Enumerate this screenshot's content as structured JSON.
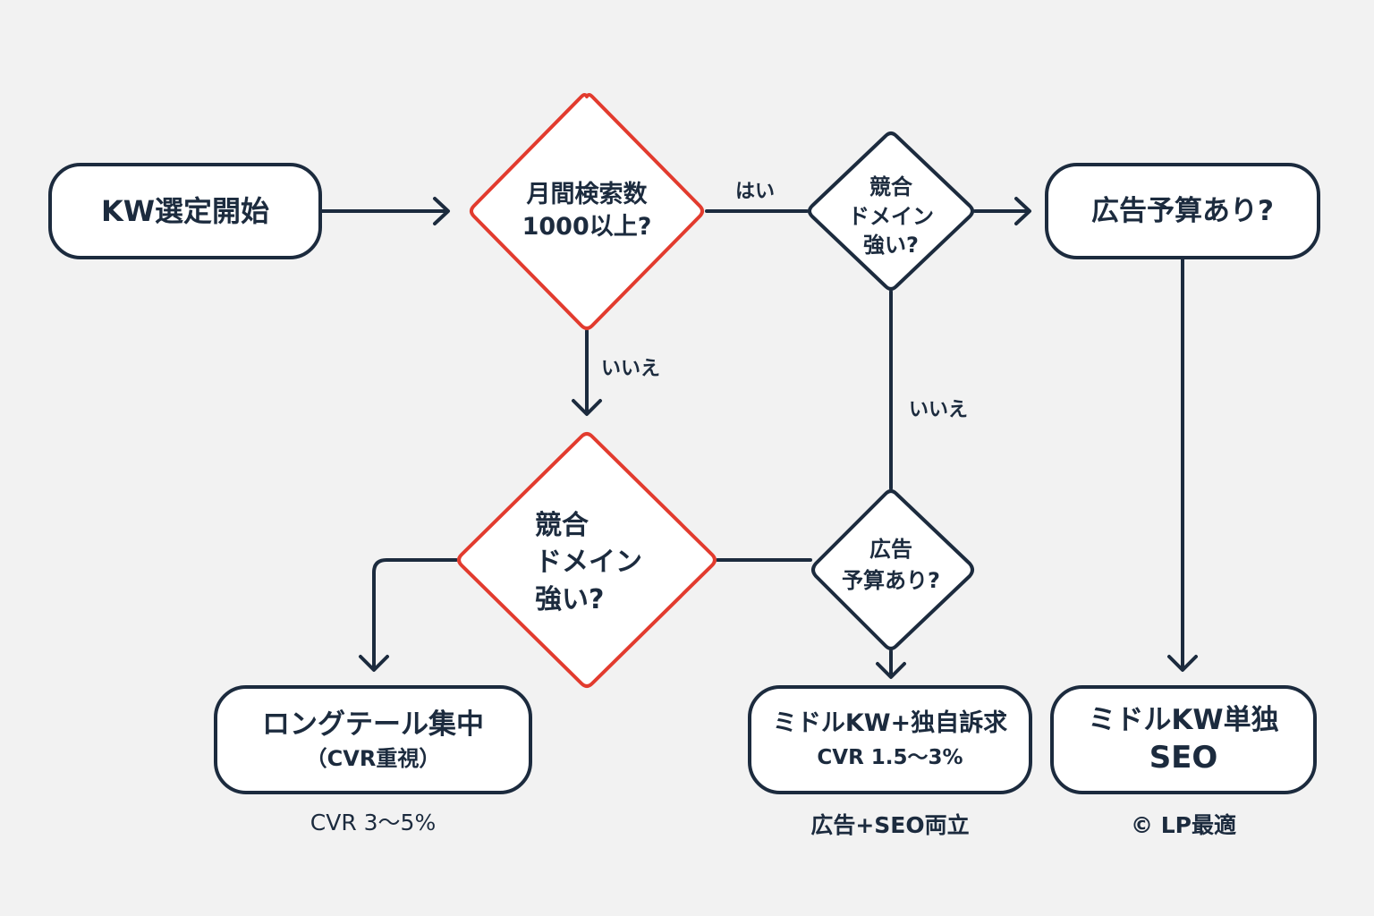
{
  "colors": {
    "stroke": "#1c2b3e",
    "accent": "#e23b2e",
    "fill": "#ffffff",
    "background": "#f2f2f2"
  },
  "nodes": {
    "start": "KW選定開始",
    "decision_volume": [
      "月間検索数",
      "1000以上?"
    ],
    "decision_competitor_top": [
      "競合",
      "ドメイン",
      "強い?"
    ],
    "decision_budget_top": "広告予算あり?",
    "decision_competitor_bottom": [
      "競合",
      "ドメイン",
      "強い?"
    ],
    "decision_budget_bottom": [
      "広告",
      "予算あり?"
    ],
    "result_longtail": [
      "ロングテール集中",
      "（CVR重視）"
    ],
    "result_mid_unique": [
      "ミドルKW+独自訴求",
      "CVR 1.5〜3%"
    ],
    "result_mid_seo": [
      "ミドルKW単独",
      "SEO"
    ]
  },
  "edge_labels": {
    "yes": "はい",
    "no_volume": "いいえ",
    "no_competitor": "いいえ"
  },
  "captions": {
    "longtail": "CVR 3〜5%",
    "mid_unique": "広告+SEO両立",
    "mid_seo": "© LP最適"
  }
}
